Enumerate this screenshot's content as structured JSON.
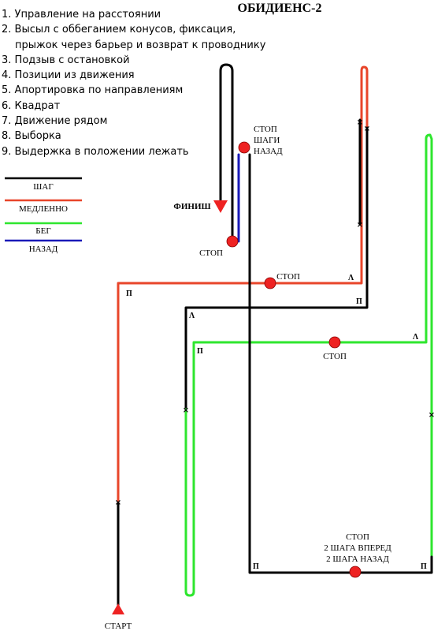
{
  "title": "ОБИДИЕНС-2",
  "exercises": [
    {
      "num": "1.",
      "text": "Управление на расстоянии"
    },
    {
      "num": "2.",
      "text": "Высыл с оббеганием конусов, фиксация,",
      "text2": "прыжок через барьер и возврат к проводнику"
    },
    {
      "num": "3.",
      "text": "Подзыв с остановкой"
    },
    {
      "num": "4.",
      "text": "Позиции из движения"
    },
    {
      "num": "5.",
      "text": "Апортировка по направлениям"
    },
    {
      "num": "6.",
      "text": "Квадрат"
    },
    {
      "num": "7.",
      "text": "Движение рядом"
    },
    {
      "num": "8.",
      "text": "Выборка"
    },
    {
      "num": "9.",
      "text": "Выдержка в положении лежать"
    }
  ],
  "legend": [
    {
      "label": "ШАГ",
      "color": "#000000"
    },
    {
      "label": "МЕДЛЕННО",
      "color": "#e8452a"
    },
    {
      "label": "БЕГ",
      "color": "#2ee62e"
    },
    {
      "label": "НАЗАД",
      "color": "#1a1ab8"
    }
  ],
  "labels": {
    "start": "СТАРТ",
    "finish": "ФИНИШ",
    "stop": "СТОП",
    "stop_steps_back": [
      "СТОП",
      "ШАГИ",
      "НАЗАД"
    ],
    "stop_two_steps": [
      "СТОП",
      "2 ШАГА ВПЕРЕД",
      "2 ШАГА НАЗАД"
    ],
    "turn_right": "П",
    "about_turn": "Λ",
    "change_mark": "×"
  },
  "colors": {
    "walk": "#000000",
    "slow": "#e8452a",
    "run": "#2ee62e",
    "back": "#1a1ab8",
    "stop_marker": "#ee2222"
  }
}
